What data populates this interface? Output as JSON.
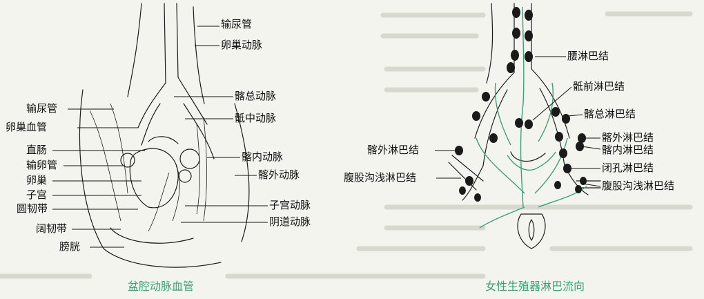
{
  "left_figure": {
    "caption": "盆腔动脉血管",
    "labels": {
      "ureter_top": "输尿管",
      "ovarian_artery": "卵巢动脉",
      "common_iliac_artery": "髂总动脉",
      "median_sacral_artery": "骶中动脉",
      "internal_iliac_artery": "髂内动脉",
      "external_iliac_artery": "髂外动脉",
      "uterine_artery": "子宫动脉",
      "vaginal_artery": "阴道动脉",
      "ureter_left": "输尿管",
      "ovarian_vessels": "卵巢血管",
      "rectum": "直肠",
      "fallopian_tube": "输卵管",
      "ovary": "卵巢",
      "uterus": "子宫",
      "round_ligament": "圆韧带",
      "broad_ligament": "阔韧带",
      "bladder": "膀胱"
    }
  },
  "right_figure": {
    "caption": "女性生殖器淋巴流向",
    "labels": {
      "lumbar_nodes": "腰淋巴结",
      "presacral_nodes": "骶前淋巴结",
      "common_iliac_nodes": "髂总淋巴结",
      "external_iliac_nodes_r": "髂外淋巴结",
      "internal_iliac_nodes": "髂内淋巴结",
      "obturator_nodes": "闭孔淋巴结",
      "superficial_inguinal_r": "腹股沟浅淋巴结",
      "external_iliac_nodes_l": "髂外淋巴结",
      "superficial_inguinal_l": "腹股沟浅淋巴结"
    }
  },
  "colors": {
    "caption": "#3aa078",
    "lymph_flow": "#3aa078",
    "ink": "#1b1b1b",
    "background": "#f3f4ee"
  }
}
